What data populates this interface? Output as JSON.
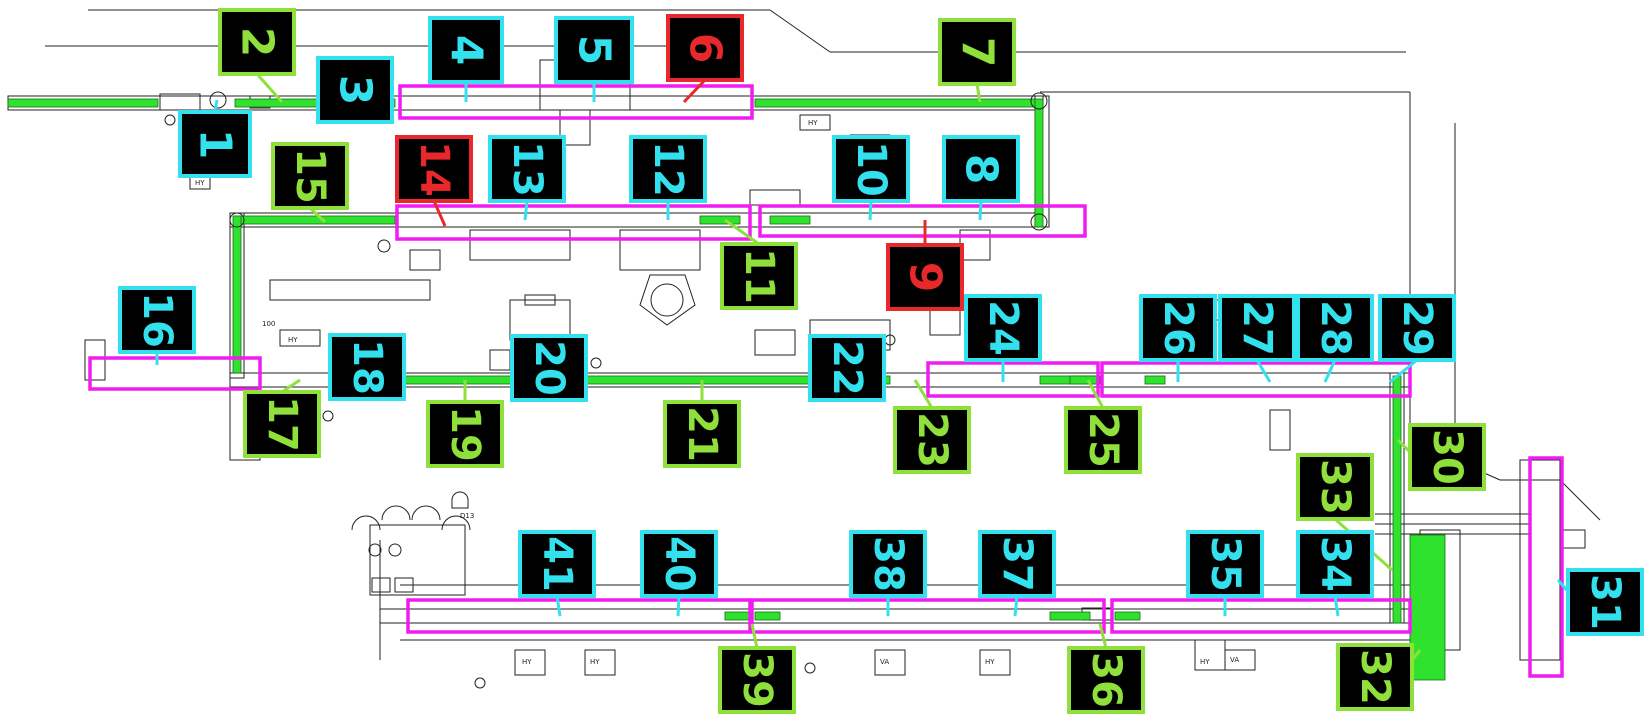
{
  "colors": {
    "label_cyan": "#33e1ee",
    "label_green": "#8fe03a",
    "label_red": "#e8282a",
    "label_fill": "#000000",
    "conveyor_green": "#2ee22e",
    "station_magenta": "#f01cf0",
    "line_drawing": "#222222"
  },
  "labels": [
    {
      "id": "1",
      "text": "1",
      "color": "cyan"
    },
    {
      "id": "2",
      "text": "2",
      "color": "green"
    },
    {
      "id": "3",
      "text": "3",
      "color": "cyan"
    },
    {
      "id": "4",
      "text": "4",
      "color": "cyan"
    },
    {
      "id": "5",
      "text": "5",
      "color": "cyan"
    },
    {
      "id": "6",
      "text": "6",
      "color": "red"
    },
    {
      "id": "7",
      "text": "7",
      "color": "green"
    },
    {
      "id": "8",
      "text": "8",
      "color": "cyan"
    },
    {
      "id": "9",
      "text": "9",
      "color": "red"
    },
    {
      "id": "10",
      "text": "10",
      "color": "cyan"
    },
    {
      "id": "11",
      "text": "11",
      "color": "green"
    },
    {
      "id": "12",
      "text": "12",
      "color": "cyan"
    },
    {
      "id": "13",
      "text": "13",
      "color": "cyan"
    },
    {
      "id": "14",
      "text": "14",
      "color": "red"
    },
    {
      "id": "15",
      "text": "15",
      "color": "green"
    },
    {
      "id": "16",
      "text": "16",
      "color": "cyan"
    },
    {
      "id": "17",
      "text": "17",
      "color": "green"
    },
    {
      "id": "18",
      "text": "18",
      "color": "cyan"
    },
    {
      "id": "19",
      "text": "19",
      "color": "green"
    },
    {
      "id": "20",
      "text": "20",
      "color": "cyan"
    },
    {
      "id": "21",
      "text": "21",
      "color": "green"
    },
    {
      "id": "22",
      "text": "22",
      "color": "cyan"
    },
    {
      "id": "23",
      "text": "23",
      "color": "green"
    },
    {
      "id": "24",
      "text": "24",
      "color": "cyan"
    },
    {
      "id": "25",
      "text": "25",
      "color": "green"
    },
    {
      "id": "26",
      "text": "26",
      "color": "cyan"
    },
    {
      "id": "27",
      "text": "27",
      "color": "cyan"
    },
    {
      "id": "28",
      "text": "28",
      "color": "cyan"
    },
    {
      "id": "29",
      "text": "29",
      "color": "cyan"
    },
    {
      "id": "30",
      "text": "30",
      "color": "green"
    },
    {
      "id": "31",
      "text": "31",
      "color": "cyan"
    },
    {
      "id": "32",
      "text": "32",
      "color": "green"
    },
    {
      "id": "33",
      "text": "33",
      "color": "green"
    },
    {
      "id": "34",
      "text": "34",
      "color": "cyan"
    },
    {
      "id": "35",
      "text": "35",
      "color": "cyan"
    },
    {
      "id": "36",
      "text": "36",
      "color": "green"
    },
    {
      "id": "37",
      "text": "37",
      "color": "cyan"
    },
    {
      "id": "38",
      "text": "38",
      "color": "cyan"
    },
    {
      "id": "39",
      "text": "39",
      "color": "green"
    },
    {
      "id": "40",
      "text": "40",
      "color": "cyan"
    },
    {
      "id": "41",
      "text": "41",
      "color": "cyan"
    }
  ],
  "drawing_text": {
    "hy_tag": "HY",
    "va_tag": "VA",
    "d13_tag": "D13",
    "label_100": "100"
  }
}
